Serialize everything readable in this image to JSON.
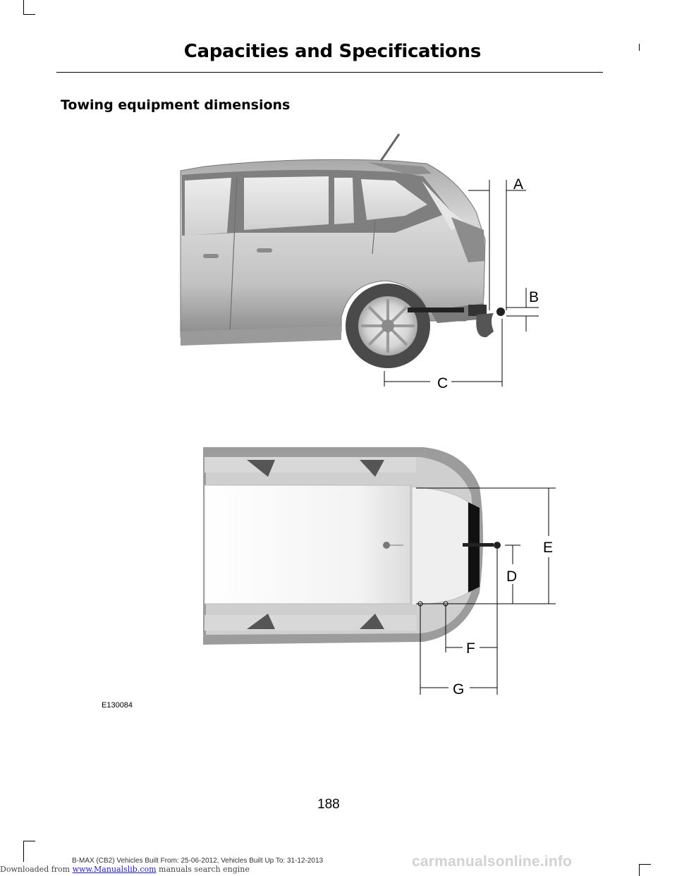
{
  "header": {
    "section_title": "Capacities and Specifications"
  },
  "main": {
    "heading": "Towing equipment dimensions",
    "figure": {
      "labels": {
        "a": "A",
        "b": "B",
        "c": "C",
        "d": "D",
        "e": "E",
        "f": "F",
        "g": "G"
      },
      "code": "E130084"
    }
  },
  "footer": {
    "page_number": "188",
    "vehicle_info": "B-MAX (CB2) Vehicles Built From: 25-06-2012, Vehicles Built Up To: 31-12-2013",
    "download_prefix": "Downloaded from ",
    "download_link": "www.Manualslib.com",
    "download_suffix": " manuals search engine",
    "watermark": "carmanualsonline.info"
  }
}
